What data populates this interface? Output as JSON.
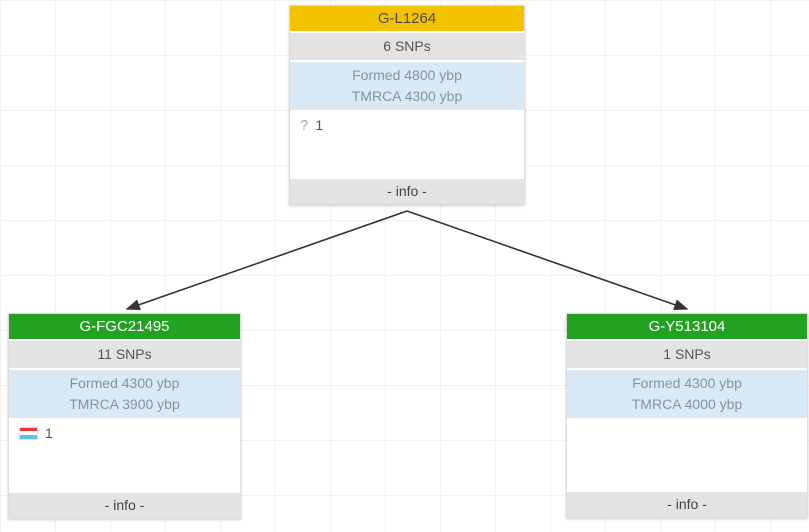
{
  "tree": {
    "edge_color": "#333333",
    "nodes": [
      {
        "id": "G-L1264",
        "header_color": "#f3c300",
        "header_text_color": "#4a4a4a",
        "snps": "6 SNPs",
        "formed": "Formed 4800 ybp",
        "tmrca": "TMRCA 4300 ybp",
        "sample": {
          "icon": "question-mark",
          "count": "1"
        },
        "info": "- info -"
      },
      {
        "id": "G-FGC21495",
        "header_color": "#23a123",
        "header_text_color": "#ffffff",
        "snps": "11 SNPs",
        "formed": "Formed 4300 ybp",
        "tmrca": "TMRCA 3900 ybp",
        "sample": {
          "icon": "luxembourg-flag",
          "count": "1",
          "flag_colors": {
            "top": "#ee3340",
            "middle": "#ffffff",
            "bottom": "#5ec2e7"
          }
        },
        "info": "- info -"
      },
      {
        "id": "G-Y513104",
        "header_color": "#23a123",
        "header_text_color": "#ffffff",
        "snps": "1 SNPs",
        "formed": "Formed 4300 ybp",
        "tmrca": "TMRCA 4000 ybp",
        "info": "- info -"
      }
    ],
    "question_icon": "?"
  }
}
